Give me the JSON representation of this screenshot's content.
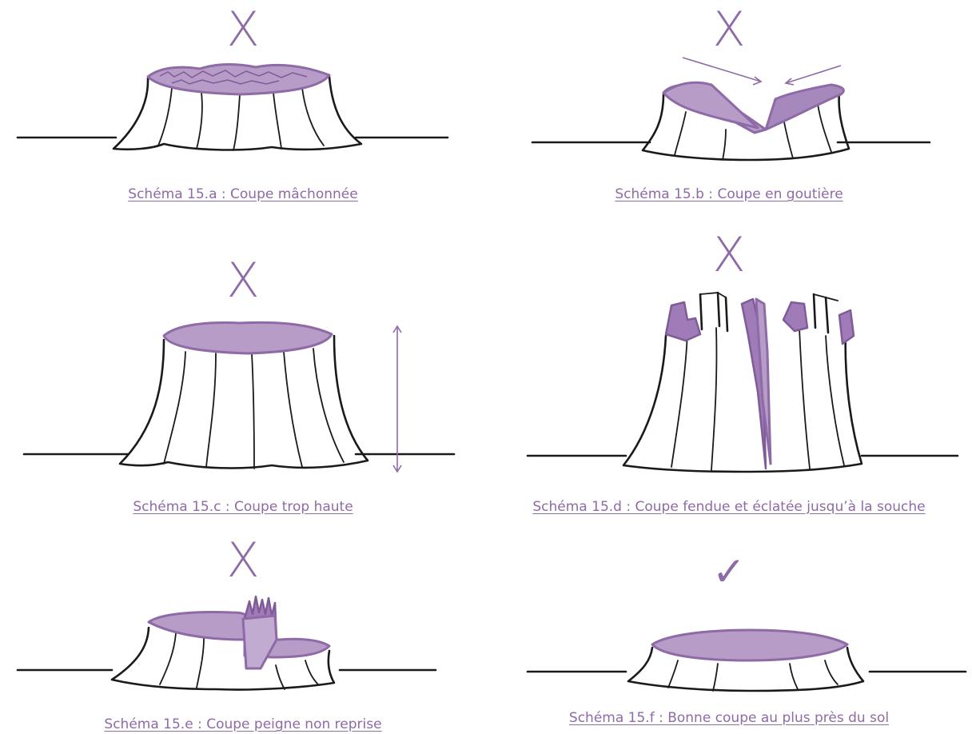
{
  "marks": {
    "cross": "X",
    "check": "✓"
  },
  "panels": [
    {
      "caption": "Schéma 15.a : Coupe mâchonnée",
      "mark": "X"
    },
    {
      "caption": "Schéma 15.b : Coupe en goutière",
      "mark": "X"
    },
    {
      "caption": "Schéma 15.c : Coupe trop haute",
      "mark": "X"
    },
    {
      "caption": "Schéma 15.d : Coupe fendue et éclatée jusqu’à la souche",
      "mark": "X"
    },
    {
      "caption": "Schéma 15.e : Coupe peigne non reprise",
      "mark": "X"
    },
    {
      "caption": "Schéma 15.f : Bonne coupe au plus près du sol",
      "mark": "✓"
    }
  ],
  "colors": {
    "accent": "#8e6aa7",
    "cut_fill": "#b69cc7",
    "ink": "#1a1a1a"
  }
}
